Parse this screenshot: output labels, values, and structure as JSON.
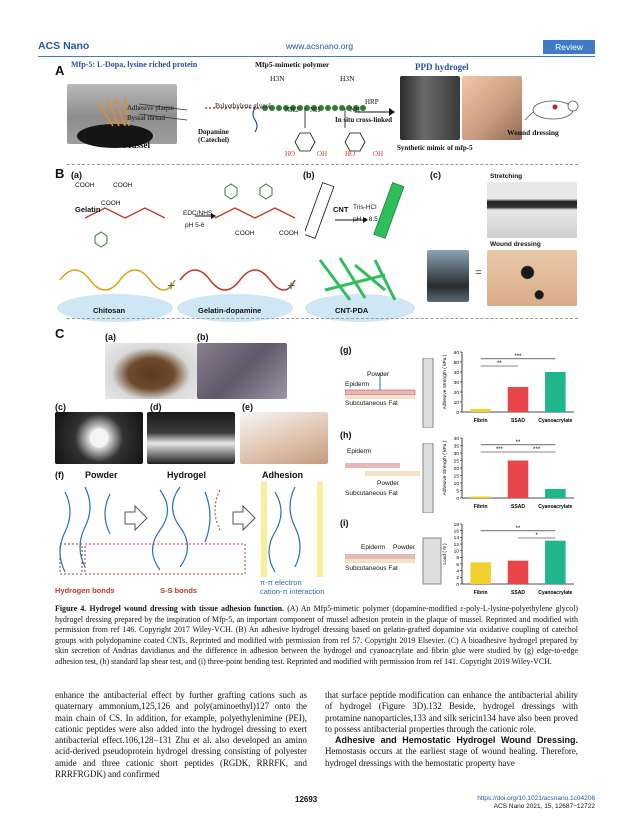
{
  "header": {
    "journal": "ACS Nano",
    "url": "www.acsnano.org",
    "tag": "Review"
  },
  "panelA": {
    "label": "A",
    "title": "Mfp-5: L-Dopa, lysine riched protein",
    "polymer_title": "Mfp5-mimetic polymer",
    "hydrogel_title": "PPD hydrogel",
    "adhesive": "Adhesive plaque",
    "byssal": "Byssal thread",
    "mussel": "Mussel",
    "peg": "Polyethylene glycol",
    "dopamine": "Dopamine (Catechol)",
    "hrp": "HRP",
    "insitu": "In situ cross-linked",
    "synthetic": "Synthetic mimic of mfp-5",
    "wound": "Wound dressing",
    "h3n": "H3N",
    "nh2": "NH2",
    "nh": "NH",
    "ho": "HO",
    "oh": "OH"
  },
  "panelB": {
    "label": "B",
    "a": "(a)",
    "b": "(b)",
    "c": "(c)",
    "cooh": "COOH",
    "gelatin": "Gelatin",
    "edc": "EDC/NHS",
    "ph1": "pH 5-6",
    "cnt": "CNT",
    "tris": "Tris-HCl",
    "ph2": "pH = 8.5",
    "chitosan": "Chitosan",
    "gel_dop": "Gelatin-dopamine",
    "cnt_pda": "CNT-PDA",
    "stretching": "Stretching",
    "wound": "Wound dressing"
  },
  "panelC": {
    "label": "C",
    "a": "(a)",
    "b": "(b)",
    "c": "(c)",
    "d": "(d)",
    "e": "(e)",
    "f": "(f)",
    "g": "(g)",
    "h": "(h)",
    "i": "(i)",
    "powder": "Powder",
    "hydrogel": "Hydrogel",
    "adhesion": "Adhesion",
    "hbonds": "Hydrogen bonds",
    "ss": "S-S bonds",
    "pipi": "π-π electron",
    "cation": "cation-π interaction",
    "epiderm": "Epiderm",
    "subq": "Subcutaneous Fat",
    "g_ylabel": "Adhesive Strength ( kPa )",
    "h_ylabel": "Adhesive Strength ( kPa )",
    "i_ylabel": "Load ( N )",
    "sig1": "**",
    "sig2": "***",
    "sig3": "*"
  },
  "chart_data": [
    {
      "type": "bar",
      "categories": [
        "Fibrin",
        "SSAD",
        "Cyanoacrylate"
      ],
      "values": [
        3,
        25,
        40
      ],
      "ylabel": "Adhesive Strength ( kPa )",
      "ylim": [
        0,
        60
      ],
      "yticks": [
        0,
        10,
        20,
        30,
        40,
        50,
        60
      ],
      "colors": [
        "#f2d12e",
        "#e8464a",
        "#1fb58f"
      ]
    },
    {
      "type": "bar",
      "categories": [
        "Fibrin",
        "SSAD",
        "Cyanoacrylate"
      ],
      "values": [
        1,
        25,
        6
      ],
      "ylabel": "Adhesive Strength ( kPa )",
      "ylim": [
        0,
        40
      ],
      "yticks": [
        0,
        5,
        10,
        15,
        20,
        25,
        30,
        35,
        40
      ],
      "colors": [
        "#f2d12e",
        "#e8464a",
        "#1fb58f"
      ]
    },
    {
      "type": "bar",
      "categories": [
        "Fibrin",
        "SSAD",
        "Cyanoacrylate"
      ],
      "values": [
        6.5,
        7,
        13
      ],
      "ylabel": "Load ( N )",
      "ylim": [
        0,
        18
      ],
      "yticks": [
        0,
        2,
        4,
        6,
        8,
        10,
        12,
        14,
        16,
        18
      ],
      "colors": [
        "#f2d12e",
        "#e8464a",
        "#1fb58f"
      ]
    }
  ],
  "caption": {
    "fig": "Figure 4.",
    "title": "Hydrogel wound dressing with tissue adhesion function.",
    "body": "(A) An Mfp5-mimetic polymer (dopamine-modified ε-poly-L-lysine-polyethylene glycol) hydrogel dressing prepared by the inspiration of Mfp-5, an important component of mussel adhesion protein in the plaque of mussel. Reprinted and modified with permission from ref 146. Copyright 2017 Wiley-VCH. (B) An adhesive hydrogel dressing based on gelatin-grafted dopamine via oxidative coupling of catechol groups with polydopamine coated CNTs. Reprinted and modified with permission from ref 57. Copyright 2019 Elsevier. (C) A bioadhesive hydrogel prepared by skin secretion of Andrias davidianus and the difference in adhesion between the hydrogel and cyanoacrylate and fibrin glue were studied by (g) edge-to-edge adhesion test, (h) standard lap shear test, and (i) three-point bending test. Reprinted and modified with permission from ref 141. Copyright 2019 Wiley-VCH."
  },
  "body": {
    "col1": "enhance the antibacterial effect by further grafting cations such as quaternary ammonium,125,126 and poly(aminoethyl)127 onto the main chain of CS. In addition, for example, polyethylenimine (PEI), cationic peptides were also added into the hydrogel dressing to exert antibacterial effect.106,128−131 Zhu et al. also developed an amino acid-derived pseudoprotein hydrogel dressing consisting of polyester amide and three cationic short peptides (RGDK, RRRFK, and RRRFRGDK) and confirmed",
    "col2a": "that surface peptide modification can enhance the antibacterial ability of hydrogel (Figure 3D).132 Beside, hydrogel dressings with protamine nanoparticles,133 and silk sericin134 have also been proved to possess antibacterial properties through the cationic role.",
    "section": "Adhesive and Hemostatic Hydrogel Wound Dressing.",
    "col2b": "Hemostasis occurs at the earliest stage of wound healing. Therefore, hydrogel dressings with the hemostatic property have"
  },
  "footer": {
    "page": "12693",
    "doi": "https://doi.org/10.1021/acsnano.1c04206",
    "cite": "ACS Nano 2021, 15, 12687−12722"
  }
}
